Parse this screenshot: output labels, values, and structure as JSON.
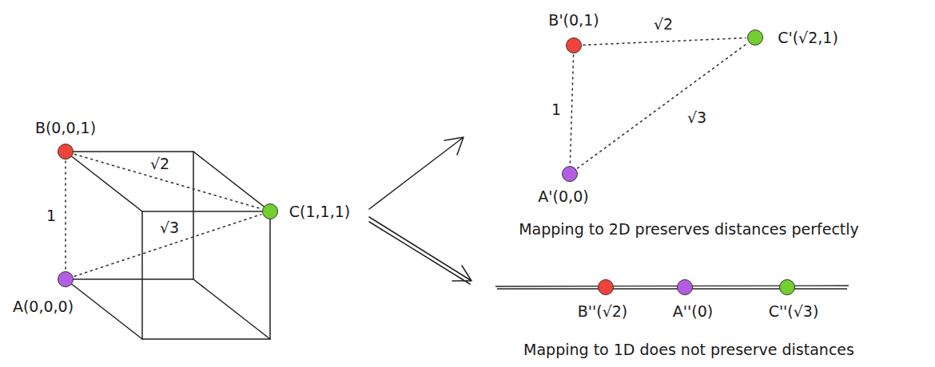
{
  "diagram": {
    "nodes": [
      {
        "text": [
          "B(0,0,1)"
        ]
      },
      {
        "text": [
          "A(0,0,0)"
        ]
      },
      {
        "text": [
          "C(1,1,1)"
        ]
      },
      {
        "text": [
          "B'(0,1)"
        ]
      },
      {
        "text": [
          "C'(√2,1)"
        ]
      },
      {
        "text": [
          "A'(0,0)"
        ]
      },
      {
        "text": [
          "B''(√2)"
        ]
      },
      {
        "text": [
          "A''(0)"
        ]
      },
      {
        "text": [
          "C''(√3)"
        ]
      }
    ],
    "edges": [
      {
        "from": 0,
        "to": 1,
        "arrow": "none",
        "label": "1"
      },
      {
        "from": 0,
        "to": 2,
        "arrow": "none",
        "label": "√2"
      },
      {
        "from": 1,
        "to": 2,
        "arrow": "none",
        "label": "√3"
      },
      {
        "from": 3,
        "to": 5,
        "arrow": "none",
        "label": "1"
      },
      {
        "from": 3,
        "to": 4,
        "arrow": "none",
        "label": "√2"
      },
      {
        "from": 5,
        "to": 4,
        "arrow": "none",
        "label": "√3"
      }
    ],
    "labels": [
      "Mapping to 2D preserves distances perfectly",
      "Mapping to 1D does not preserve distances"
    ]
  }
}
